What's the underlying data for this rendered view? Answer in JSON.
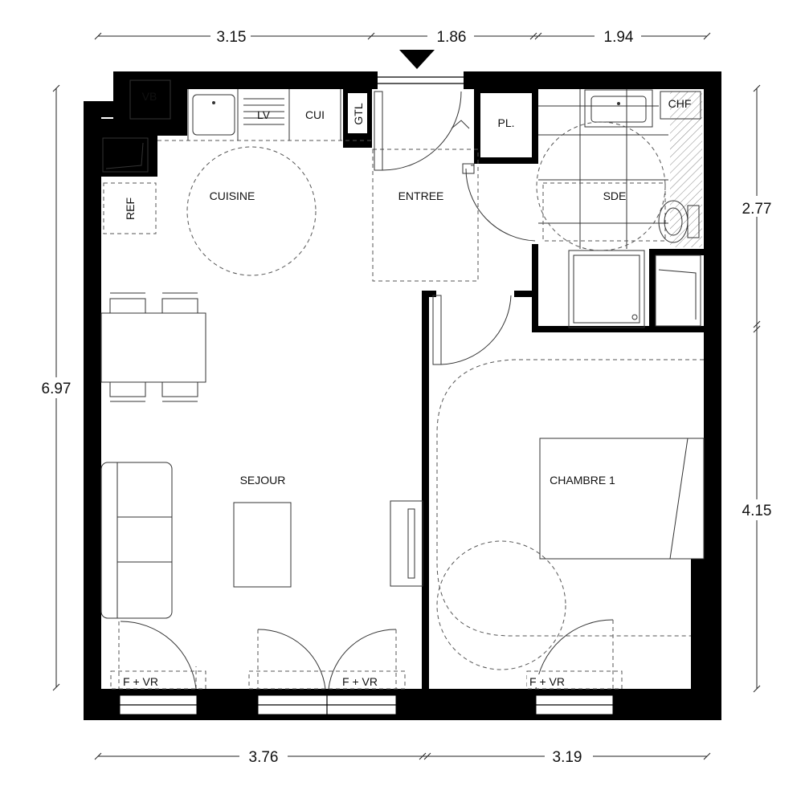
{
  "rooms": {
    "cuisine": "CUISINE",
    "entree": "ENTREE",
    "sde": "SDE",
    "sejour": "SEJOUR",
    "chambre": "CHAMBRE 1"
  },
  "fixtures": {
    "vb": "VB",
    "lv": "LV",
    "cui": "CUI",
    "gtl": "GTL",
    "pl": "PL.",
    "chf": "CHF",
    "ref": "REF",
    "window_1": "F + VR",
    "window_2": "F + VR",
    "window_3": "F + VR"
  },
  "dimensions": {
    "top_1": "3.15",
    "top_2": "1.86",
    "top_3": "1.94",
    "left": "6.97",
    "right_1": "2.77",
    "right_2": "4.15",
    "bottom_1": "3.76",
    "bottom_2": "3.19"
  }
}
